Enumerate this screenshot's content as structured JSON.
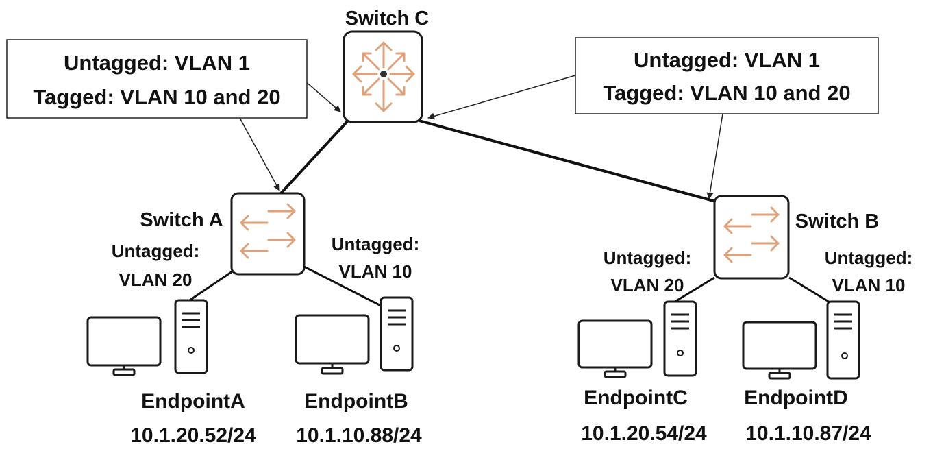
{
  "switches": {
    "c": {
      "name": "Switch C"
    },
    "a": {
      "name": "Switch A"
    },
    "b": {
      "name": "Switch B"
    }
  },
  "trunk_labels": {
    "left": {
      "line1": "Untagged: VLAN 1",
      "line2": "Tagged: VLAN 10 and 20"
    },
    "right": {
      "line1": "Untagged: VLAN 1",
      "line2": "Tagged: VLAN 10 and 20"
    }
  },
  "access_labels": {
    "a_left": {
      "line1": "Untagged:",
      "line2": "VLAN 20"
    },
    "a_right": {
      "line1": "Untagged:",
      "line2": "VLAN 10"
    },
    "b_left": {
      "line1": "Untagged:",
      "line2": "VLAN 20"
    },
    "b_right": {
      "line1": "Untagged:",
      "line2": "VLAN 10"
    }
  },
  "endpoints": {
    "a": {
      "name": "EndpointA",
      "ip": "10.1.20.52/24"
    },
    "b": {
      "name": "EndpointB",
      "ip": "10.1.10.88/24"
    },
    "c": {
      "name": "EndpointC",
      "ip": "10.1.20.54/24"
    },
    "d": {
      "name": "EndpointD",
      "ip": "10.1.10.87/24"
    }
  },
  "colors": {
    "device_arrows": "#e0a27a",
    "lines": "#1a1a1a"
  }
}
